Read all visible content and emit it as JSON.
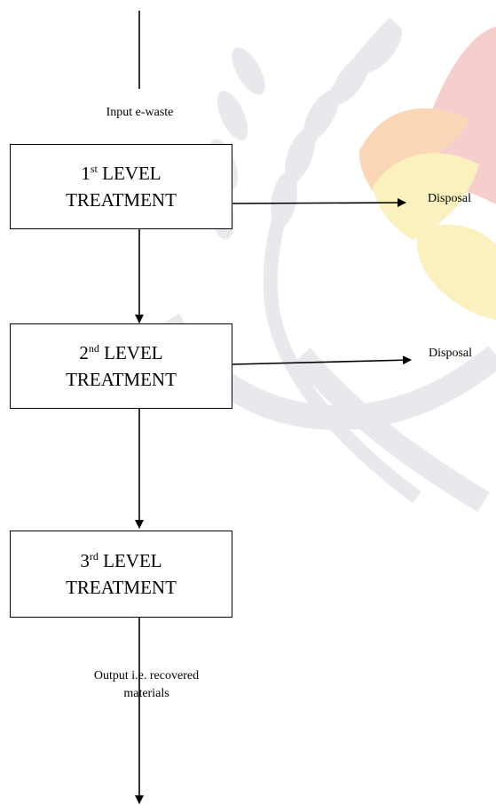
{
  "watermark": {
    "petal_colors": [
      "#f7c9c9",
      "#fbd2b0",
      "#fbf0b8"
    ],
    "leaf_color": "#e6e7ec"
  },
  "input_label": "Input e-waste",
  "levels": [
    {
      "num": "1",
      "suffix": "st",
      "word": "LEVEL",
      "line2": "TREATMENT"
    },
    {
      "num": "2",
      "suffix": "nd",
      "word": "LEVEL",
      "line2": "TREATMENT"
    },
    {
      "num": "3",
      "suffix": "rd",
      "word": "LEVEL",
      "line2": "TREATMENT"
    }
  ],
  "disposal": [
    "Disposal",
    "Disposal"
  ],
  "output_label": {
    "line1": "Output i.e. recovered",
    "line2": "materials"
  }
}
